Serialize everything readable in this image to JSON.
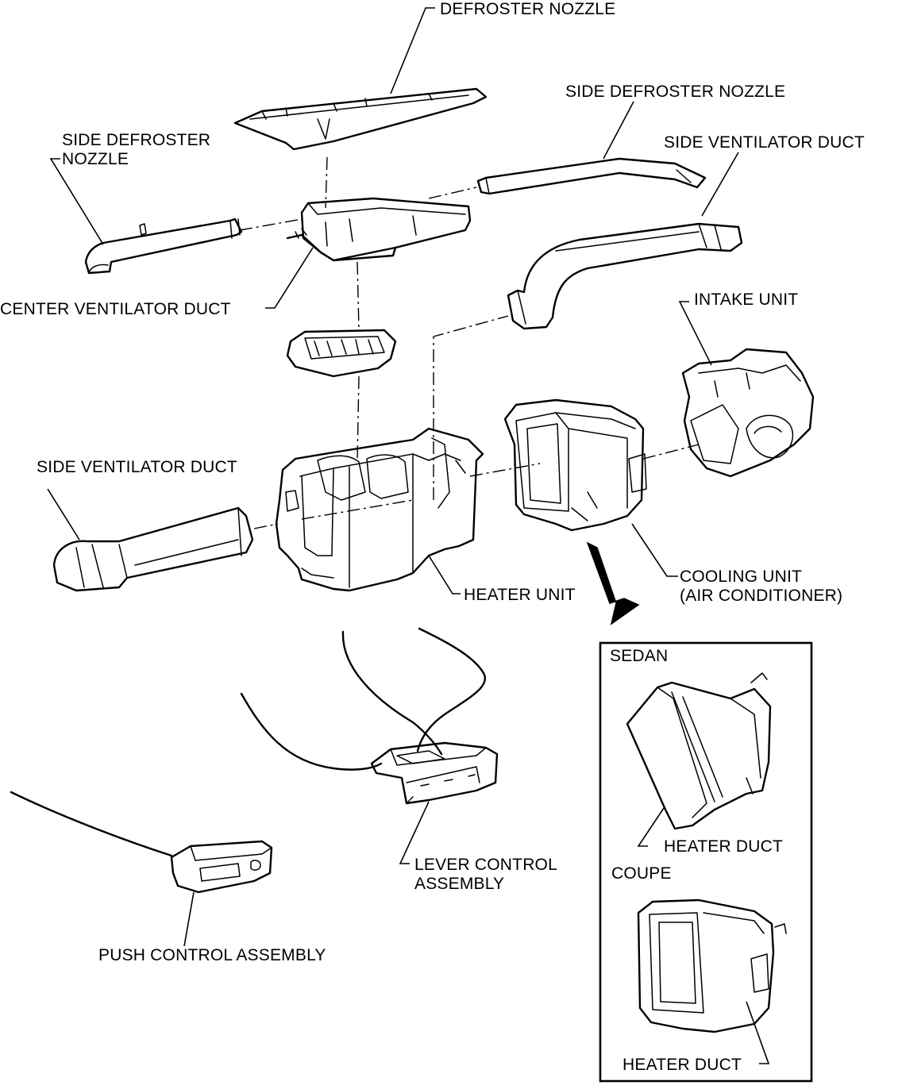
{
  "labels": {
    "defroster_nozzle": "DEFROSTER NOZZLE",
    "side_defroster_nozzle_right": "SIDE DEFROSTER NOZZLE",
    "side_defroster_nozzle_left_line1": "SIDE DEFROSTER",
    "side_defroster_nozzle_left_line2": "NOZZLE",
    "side_ventilator_duct_right": "SIDE VENTILATOR DUCT",
    "center_ventilator_duct": "CENTER VENTILATOR DUCT",
    "intake_unit": "INTAKE UNIT",
    "side_ventilator_duct_left": "SIDE VENTILATOR DUCT",
    "cooling_unit_line1": "COOLING UNIT",
    "cooling_unit_line2": "(AIR CONDITIONER)",
    "heater_unit": "HEATER UNIT",
    "lever_control_line1": "LEVER CONTROL",
    "lever_control_line2": "ASSEMBLY",
    "push_control_assembly": "PUSH CONTROL ASSEMBLY"
  },
  "inset": {
    "sedan": "SEDAN",
    "sedan_heater_duct": "HEATER DUCT",
    "coupe": "COUPE",
    "coupe_heater_duct": "HEATER DUCT"
  }
}
